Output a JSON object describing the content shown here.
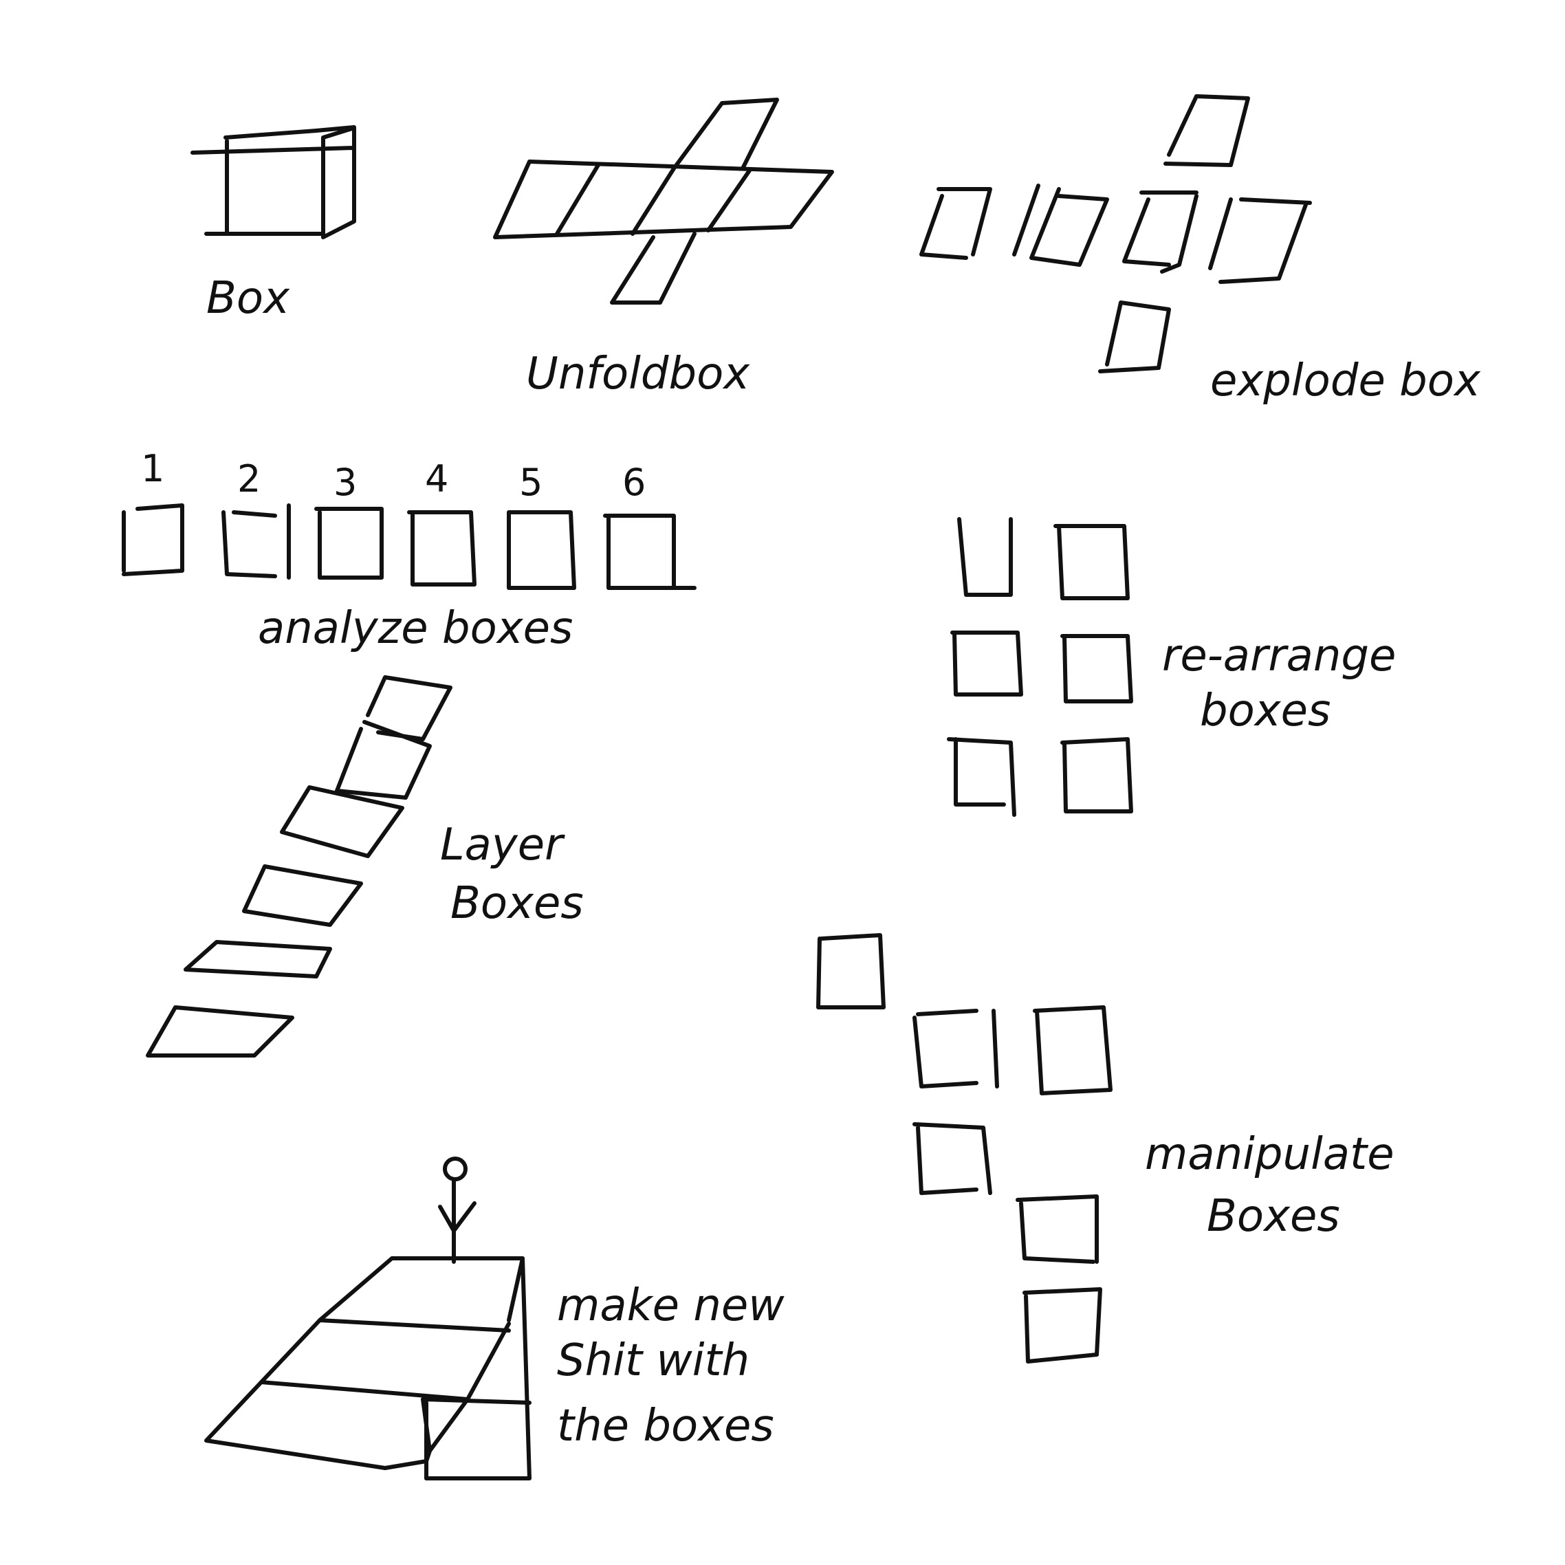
{
  "colors": {
    "ink": "#111111",
    "background": "#ffffff"
  },
  "labels": {
    "box": "Box",
    "unfold": "Unfoldbox",
    "explode": "explode box",
    "analyze": "analyze boxes",
    "rearrange_line1": "re-arrange",
    "rearrange_line2": "boxes",
    "layer_line1": "Layer",
    "layer_line2": "Boxes",
    "manipulate_line1": "manipulate",
    "manipulate_line2": "Boxes",
    "make_line1": "make new",
    "make_line2": "Shit with",
    "make_line3": "the boxes"
  },
  "analyze_numbers": [
    "1",
    "2",
    "3",
    "4",
    "5",
    "6"
  ]
}
